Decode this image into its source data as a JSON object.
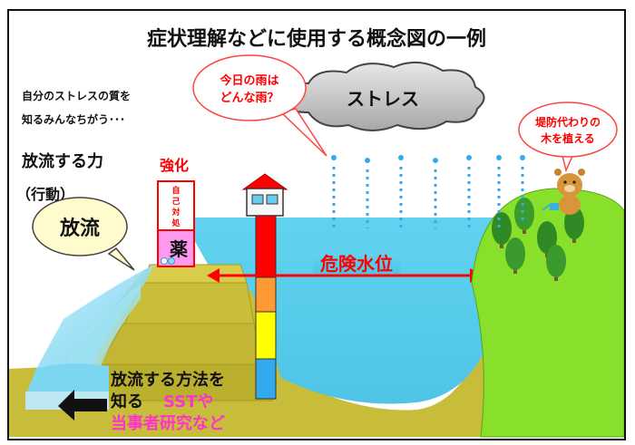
{
  "title": "症状理解などに使用する概念図の一例",
  "note": {
    "line1": "自分のストレスの質を",
    "line2": "知るみんなちがう･･･"
  },
  "labels": {
    "discharge_power": "放流する力",
    "action": "（行動）",
    "discharge_bubble": "放流",
    "strengthen": "強化",
    "self_coping": [
      "自",
      "己",
      "対",
      "処"
    ],
    "medicine": "薬",
    "danger_level": "危険水位",
    "method": {
      "line1": "放流する方法を",
      "line2a": "知る",
      "line2b": "SSTや",
      "line3": "当事者研究など"
    }
  },
  "callouts": {
    "rain": {
      "line1": "今日の雨は",
      "line2": "どんな雨？"
    },
    "trees": {
      "line1": "堤防代わりの",
      "line2": "木を植える"
    }
  },
  "cloud_text": "ストレス",
  "colors": {
    "red": "#ff0000",
    "magenta": "#ff33cc",
    "water": "#5bd1ef",
    "dam": "#c8bd3a",
    "grass": "#88e02b",
    "rain": "#33aaee"
  }
}
